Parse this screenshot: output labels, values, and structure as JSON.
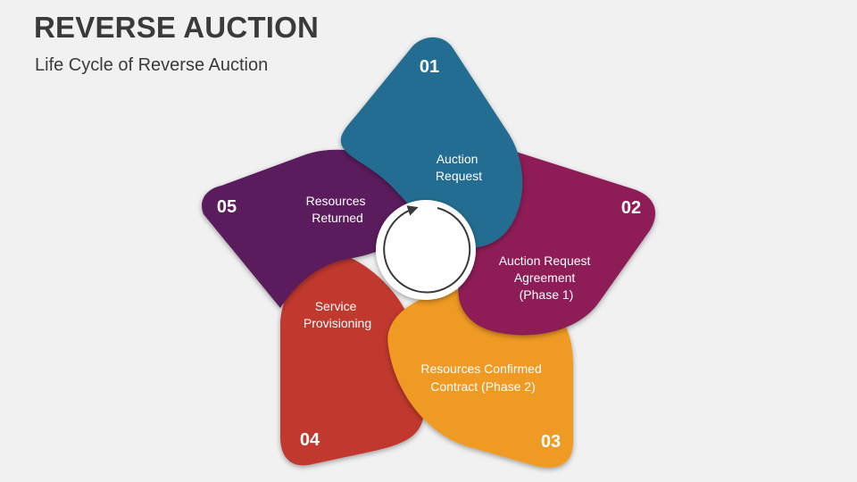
{
  "header": {
    "title": "REVERSE AUCTION",
    "subtitle": "Life Cycle of Reverse Auction"
  },
  "diagram": {
    "type": "cycle",
    "steps": [
      {
        "number": "01",
        "lines": [
          "Auction",
          "Request"
        ],
        "color": "#246d91"
      },
      {
        "number": "02",
        "lines": [
          "Auction Request",
          "Agreement",
          "(Phase 1)"
        ],
        "color": "#8e1a57"
      },
      {
        "number": "03",
        "lines": [
          "Resources Confirmed",
          "Contract (Phase 2)"
        ],
        "color": "#ef9a21"
      },
      {
        "number": "04",
        "lines": [
          "Service",
          "Provisioning"
        ],
        "color": "#c0392f"
      },
      {
        "number": "05",
        "lines": [
          "Resources",
          "Returned"
        ],
        "color": "#5a1a5c"
      }
    ],
    "center_icon": "circular-arrows-icon"
  }
}
